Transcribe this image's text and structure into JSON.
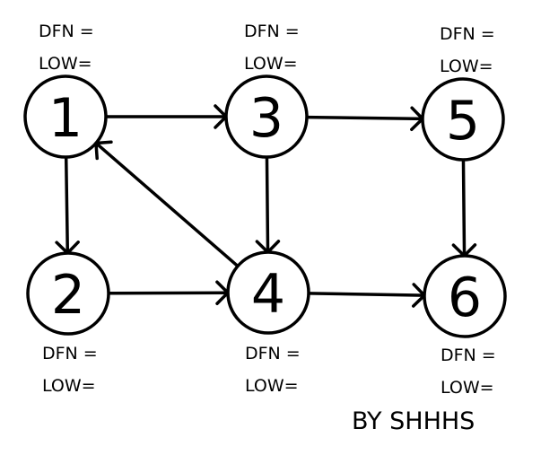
{
  "diagram": {
    "nodes": [
      {
        "id": "1",
        "label": "1",
        "dfn_text": "DFN =",
        "low_text": "LOW="
      },
      {
        "id": "3",
        "label": "3",
        "dfn_text": "DFN =",
        "low_text": "LOW="
      },
      {
        "id": "5",
        "label": "5",
        "dfn_text": "DFN =",
        "low_text": "LOW="
      },
      {
        "id": "2",
        "label": "2",
        "dfn_text": "DFN =",
        "low_text": "LOW="
      },
      {
        "id": "4",
        "label": "4",
        "dfn_text": "DFN =",
        "low_text": "LOW="
      },
      {
        "id": "6",
        "label": "6",
        "dfn_text": "DFN =",
        "low_text": "LOW="
      }
    ],
    "edges": [
      {
        "from": "1",
        "to": "3"
      },
      {
        "from": "3",
        "to": "5"
      },
      {
        "from": "1",
        "to": "2"
      },
      {
        "from": "2",
        "to": "4"
      },
      {
        "from": "3",
        "to": "4"
      },
      {
        "from": "4",
        "to": "1"
      },
      {
        "from": "4",
        "to": "6"
      },
      {
        "from": "5",
        "to": "6"
      }
    ],
    "credit": "BY SHHHS",
    "colors": {
      "stroke": "#000000",
      "background": "#ffffff"
    }
  }
}
